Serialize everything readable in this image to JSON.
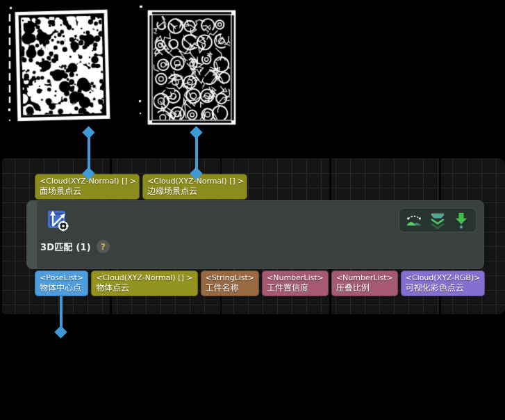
{
  "node": {
    "title": "3D匹配 (1)",
    "help_label": "?",
    "body_color": "#3a403e",
    "toolbar_icons": [
      "point-cloud-preview-icon",
      "collapse-node-icon",
      "download-result-icon"
    ],
    "inputs": [
      {
        "type": "<Cloud(XYZ-Normal) [] >",
        "label": "面场景点云",
        "color": "#8c8c1e"
      },
      {
        "type": "<Cloud(XYZ-Normal) [] >",
        "label": "边缘场景点云",
        "color": "#8c8c1e"
      }
    ],
    "outputs": [
      {
        "type": "<PoseList>",
        "label": "物体中心点",
        "color": "#4d9ddf"
      },
      {
        "type": "<Cloud(XYZ-Normal) [] >",
        "label": "物体点云",
        "color": "#93931f"
      },
      {
        "type": "<StringList>",
        "label": "工件名称",
        "color": "#996a42"
      },
      {
        "type": "<NumberList>",
        "label": "工件置信度",
        "color": "#a55a72"
      },
      {
        "type": "<NumberList>",
        "label": "压叠比例",
        "color": "#a55a72"
      },
      {
        "type": "<Cloud(XYZ-RGB)>",
        "label": "可视化彩色点云",
        "color": "#8570d1"
      }
    ]
  },
  "connector_color": "#3e9bd8"
}
